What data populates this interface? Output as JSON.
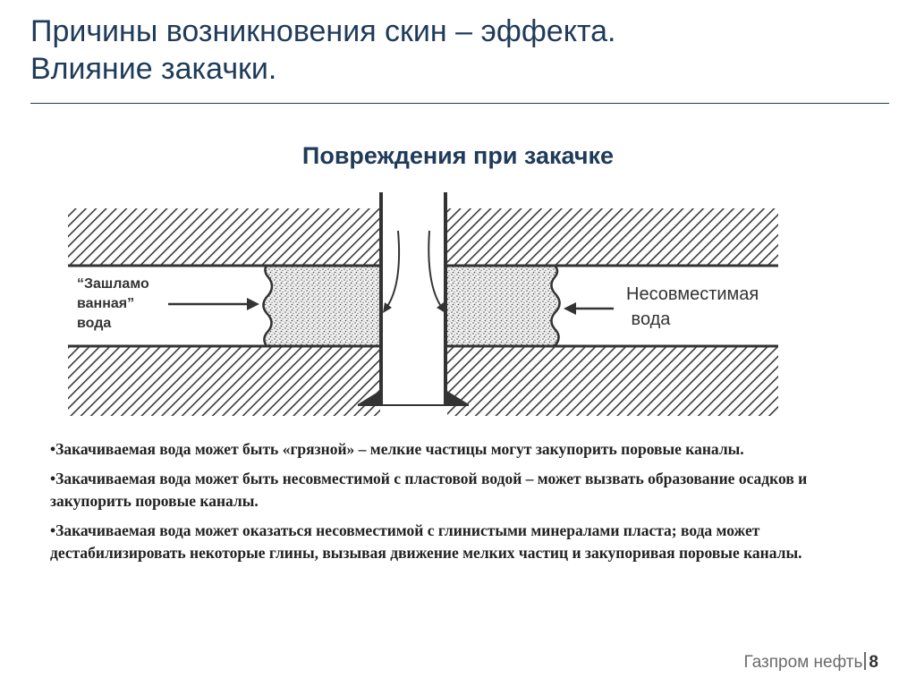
{
  "slide": {
    "title_line1": "Причины возникновения скин – эффекта.",
    "title_line2": "Влияние закачки.",
    "subtitle": "Повреждения при закачке"
  },
  "diagram": {
    "label_left_lines": [
      "“Зашламо",
      "ванная”",
      "вода"
    ],
    "label_right_lines": [
      "Несовместимая",
      " вода"
    ],
    "colors": {
      "rock": "#333333",
      "line": "#333333"
    }
  },
  "bullets": [
    "•Закачиваемая вода может быть «грязной» – мелкие частицы могут закупорить поровые каналы.",
    "•Закачиваемая вода может быть несовместимой с пластовой водой – может вызвать образование осадков и закупорить поровые каналы.",
    "•Закачиваемая вода может оказаться несовместимой с глинистыми минералами пласта; вода может дестабилизировать некоторые глины, вызывая движение мелких частиц и закупоривая поровые каналы."
  ],
  "footer": {
    "brand": "Газпром нефть",
    "page_number": "8"
  }
}
